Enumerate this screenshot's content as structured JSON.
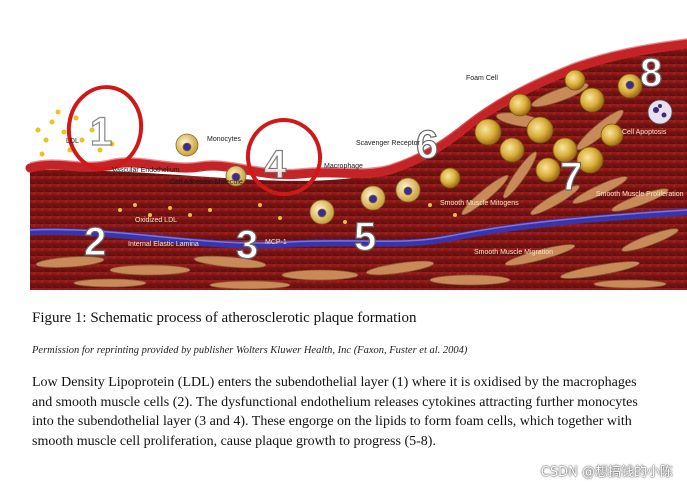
{
  "figure": {
    "labels": {
      "ldl": "LDL",
      "vascular_endothelium": "Vascular Endothelium",
      "monocytes": "Monocytes",
      "cell_adhesion_molecule": "Cell Adhesion Molecule",
      "oxidized_ldl": "Oxidized LDL",
      "internal_elastic_lamina": "Internal Elastic Lamina",
      "mcp1": "MCP-1",
      "macrophage": "Macrophage",
      "scavenger_receptor": "Scavenger Receptor",
      "foam_cell": "Foam Cell",
      "cell_apoptosis": "Cell Apoptosis",
      "smooth_muscle_mitogens": "Smooth Muscle Mitogens",
      "smooth_muscle_proliferation": "Smooth Muscle Proliferation",
      "smooth_muscle_migration": "Smooth Muscle Migration"
    },
    "stage_numbers": [
      "1",
      "2",
      "3",
      "4",
      "5",
      "6",
      "7",
      "8"
    ]
  },
  "caption": "Figure 1: Schematic process of atherosclerotic plaque formation",
  "permission": "Permission for reprinting provided by publisher Wolters Kluwer Health, Inc (Faxon, Fuster et al. 2004)",
  "body": "Low Density Lipoprotein (LDL) enters the subendothelial layer (1) where it is oxidised by the macrophages and smooth muscle cells (2). The dysfunctional endothelium releases cytokines attracting further monocytes into the subendothelial layer (3 and 4). These engorge on the lipids to form foam cells, which together with smooth muscle cell proliferation, cause plaque growth to progress (5-8).",
  "watermark": "CSDN @想搞钱的小陈",
  "colors": {
    "tissue": "#7d1616",
    "endothelium": "#b01e24",
    "lamina": "#3a34a8",
    "smooth_muscle": "#c98a5a",
    "foam_cell": "#d8b23a",
    "annotation_circle": "#d01818"
  }
}
